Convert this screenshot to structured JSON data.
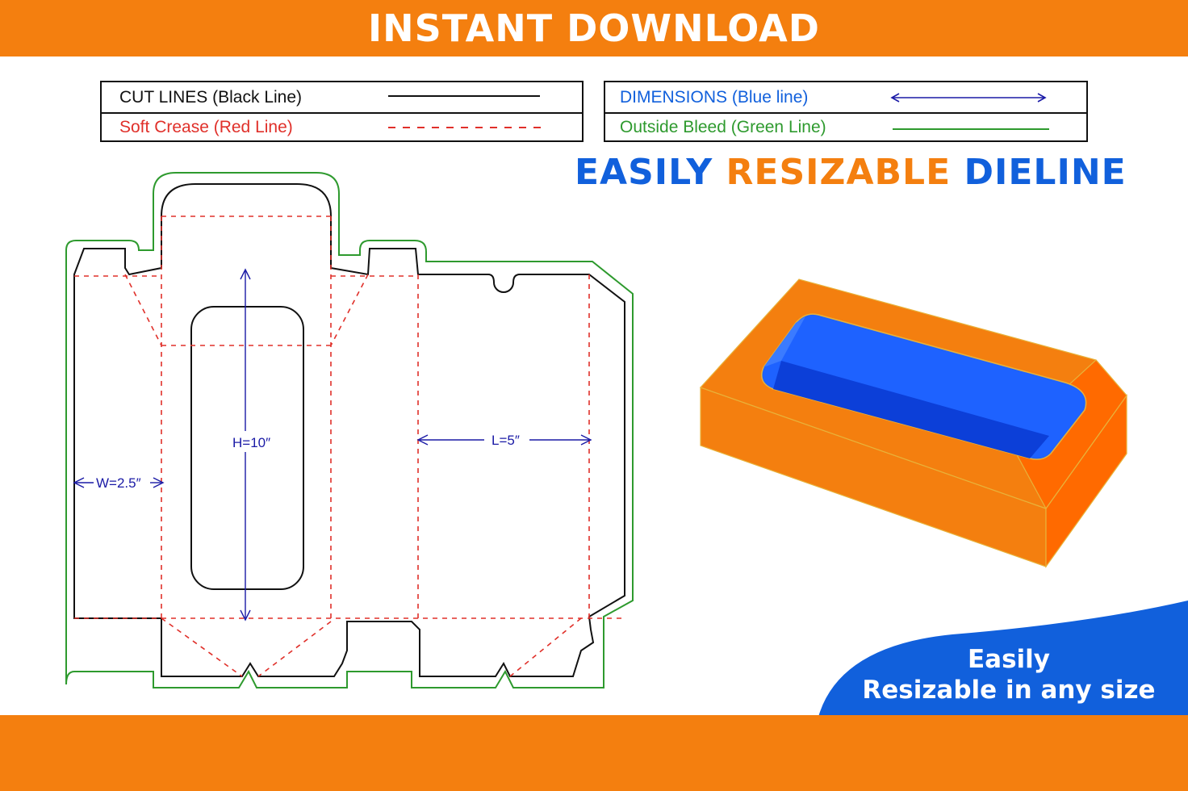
{
  "banner": {
    "title": "INSTANT DOWNLOAD"
  },
  "legend": {
    "cut_lines": "CUT LINES (Black Line)",
    "soft_crease": "Soft Crease (Red Line)",
    "dimensions": "DIMENSIONS (Blue line)",
    "outside_bleed": "Outside Bleed (Green Line)"
  },
  "headline": {
    "word1": "EASILY",
    "word2": "RESIZABLE",
    "word3": "DIELINE"
  },
  "dieline": {
    "height_label": "H=10″",
    "length_label": "L=5″",
    "width_label": "W=2.5″"
  },
  "promo": {
    "line1": "Easily",
    "line2": "Resizable in any size"
  },
  "colors": {
    "orange": "#f47f0f",
    "blue": "#1160dc",
    "cut": "#111111",
    "crease": "#e0302a",
    "dimension": "#1a1aa6",
    "bleed": "#2e9a2e"
  }
}
